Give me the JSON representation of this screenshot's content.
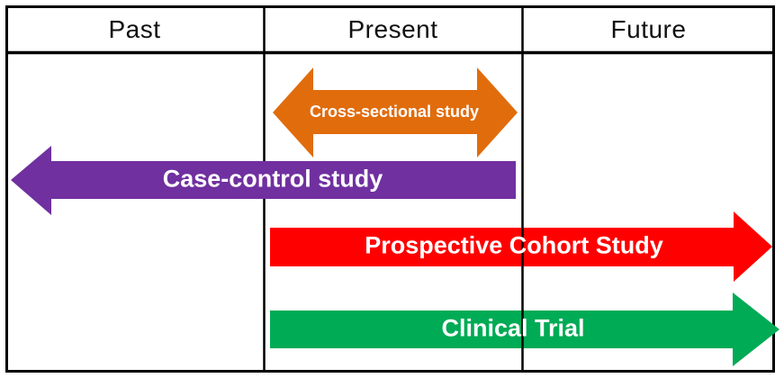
{
  "diagram": {
    "title_implied": "Study designs across time",
    "background": "#FFFFFF",
    "border_color": "#000000",
    "columns": [
      {
        "label": "Past"
      },
      {
        "label": "Present"
      },
      {
        "label": "Future"
      }
    ],
    "arrows": [
      {
        "label": "Cross-sectional study",
        "color": "#E16C0C",
        "direction": "both",
        "time_span": "Present only"
      },
      {
        "label": "Case-control study",
        "color": "#7030A0",
        "direction": "left",
        "time_span": "Present back to Past"
      },
      {
        "label": "Prospective Cohort Study",
        "color": "#FF0000",
        "direction": "right",
        "time_span": "Present to Future"
      },
      {
        "label": "Clinical Trial",
        "color": "#00AB55",
        "direction": "right",
        "time_span": "Present to Future"
      }
    ]
  }
}
